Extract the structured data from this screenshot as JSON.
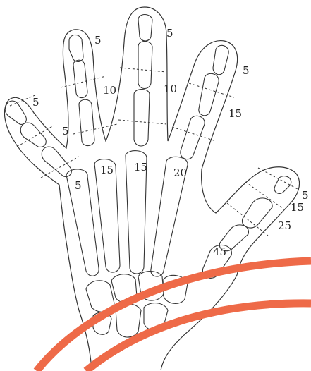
{
  "colors": {
    "outline": "#333333",
    "cut_line": "#333333",
    "arc": "#ee6a48",
    "background": "#ffffff"
  },
  "labels": {
    "little_distal": "5",
    "little_middle": "5",
    "little_proximal": "5",
    "ring_distal": "5",
    "ring_middle": "10",
    "ring_metacarpal": "15",
    "middle_distal": "5",
    "middle_middle": "10",
    "middle_metacarpal": "15",
    "index_distal": "5",
    "index_middle": "15",
    "index_metacarpal": "20",
    "thumb_tip_a": "5",
    "thumb_tip_b": "15",
    "thumb_proximal": "25",
    "thumb_metacarpal": "45"
  }
}
